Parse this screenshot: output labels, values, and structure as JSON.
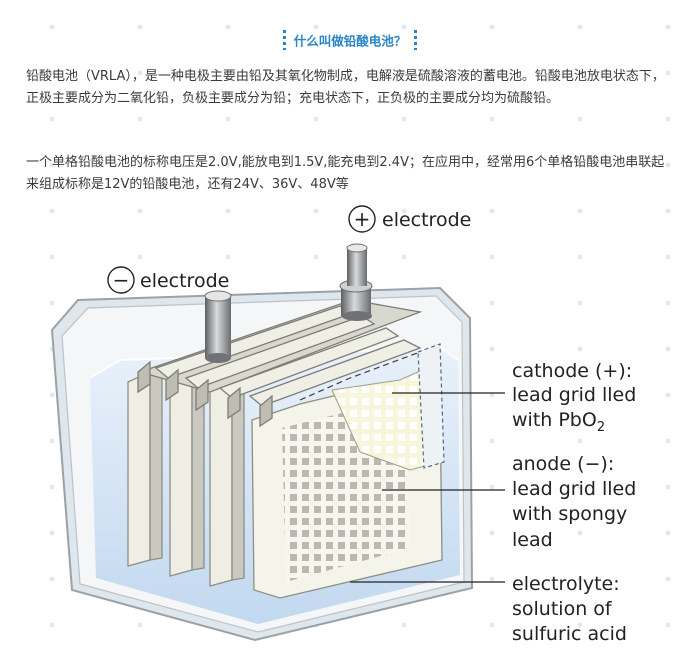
{
  "heading": "什么叫做铅酸电池？",
  "paragraphs": [
    "铅酸电池（VRLA），是一种电极主要由铅及其氧化物制成，电解液是硫酸溶液的蓄电池。铅酸电池放电状态下，正极主要成分为二氧化铅，负极主要成分为铅；充电状态下，正负极的主要成分均为硫酸铅。",
    "一个单格铅酸电池的标称电压是2.0V,能放电到1.5V,能充电到2.4V；在应用中，经常用6个单格铅酸电池串联起来组成标称是12V的铅酸电池，还有24V、36V、48V等"
  ],
  "diagram": {
    "positive_electrode": {
      "symbol": "+",
      "label": "electrode"
    },
    "negative_electrode": {
      "symbol": "−",
      "label": "electrode"
    },
    "cathode": {
      "line1": "cathode (+):",
      "line2": "lead grid  lled",
      "line3_main": "with PbO",
      "line3_sub": "2"
    },
    "anode": {
      "line1": "anode (−):",
      "line2": "lead grid  lled",
      "line3": "with spongy",
      "line4": "lead"
    },
    "electrolyte": {
      "line1": "electrolyte:",
      "line2": "solution of",
      "line3": "sulfuric acid"
    }
  }
}
